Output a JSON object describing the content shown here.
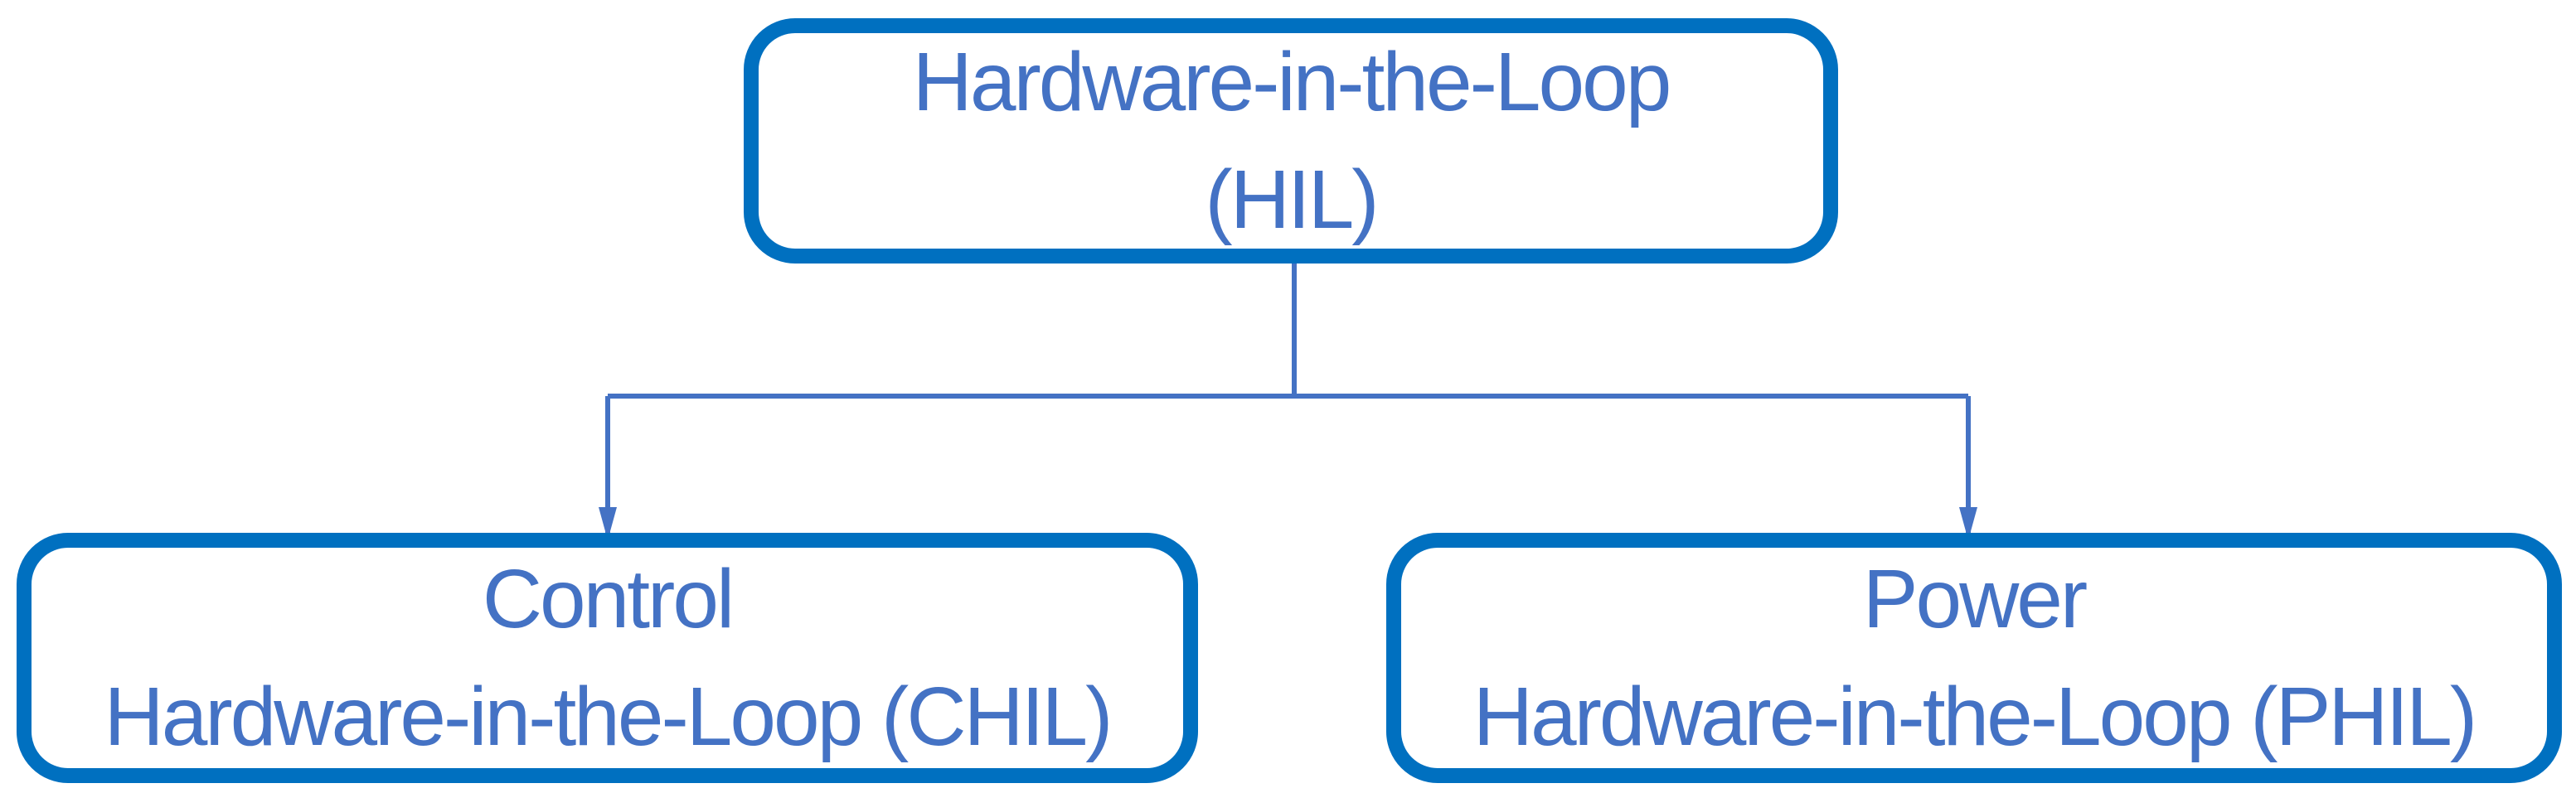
{
  "diagram": {
    "colors": {
      "background": "#ffffff",
      "box_border": "#0070c0",
      "box_fill": "#ffffff",
      "text": "#4472c4",
      "connector": "#4472c4"
    },
    "root_box": {
      "line1": "Hardware-in-the-Loop",
      "line2": "(HIL)"
    },
    "child_boxes": [
      {
        "id": "chil",
        "line1": "Control",
        "line2": "Hardware-in-the-Loop (CHIL)"
      },
      {
        "id": "phil",
        "line1": "Power",
        "line2": "Hardware-in-the-Loop (PHIL)"
      }
    ]
  }
}
